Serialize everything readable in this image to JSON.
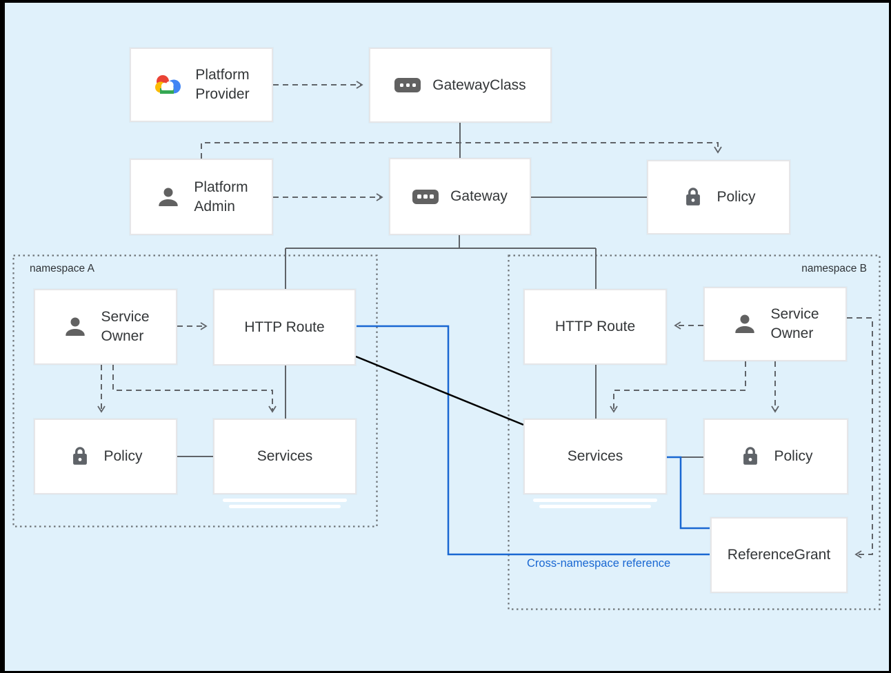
{
  "title": "Gateway API resource model diagram",
  "colors": {
    "background": "#E0F1FB",
    "node_fill": "#FFFFFF",
    "node_border": "#E6E6E8",
    "connector_gray": "#5F6368",
    "connector_blue": "#1967D2",
    "connector_black": "#000000",
    "namespace_border": "#6E7377",
    "text": "#333638",
    "icon_gray": "#616161",
    "google_blue": "#4285F4",
    "google_red": "#EA4335",
    "google_yellow": "#FBBC05",
    "google_green": "#34A853"
  },
  "nodes": {
    "platform_provider": {
      "label": "Platform\nProvider",
      "icon": "google-cloud-icon"
    },
    "gateway_class": {
      "label": "GatewayClass",
      "icon": "resource-icon"
    },
    "platform_admin": {
      "label": "Platform\nAdmin",
      "icon": "person-icon"
    },
    "gateway": {
      "label": "Gateway",
      "icon": "resource-icon"
    },
    "policy_top": {
      "label": "Policy",
      "icon": "lock-icon"
    },
    "service_owner_a": {
      "label": "Service\nOwner",
      "icon": "person-icon"
    },
    "http_route_a": {
      "label": "HTTP Route"
    },
    "policy_a": {
      "label": "Policy",
      "icon": "lock-icon"
    },
    "services_a": {
      "label": "Services"
    },
    "http_route_b": {
      "label": "HTTP Route"
    },
    "service_owner_b": {
      "label": "Service\nOwner",
      "icon": "person-icon"
    },
    "services_b": {
      "label": "Services"
    },
    "policy_b": {
      "label": "Policy",
      "icon": "lock-icon"
    },
    "reference_grant": {
      "label": "ReferenceGrant"
    }
  },
  "groups": {
    "namespace_a": {
      "label": "namespace A"
    },
    "namespace_b": {
      "label": "namespace B"
    }
  },
  "annotations": {
    "cross_namespace": {
      "label": "Cross-namespace reference",
      "color": "#1967D2"
    }
  }
}
